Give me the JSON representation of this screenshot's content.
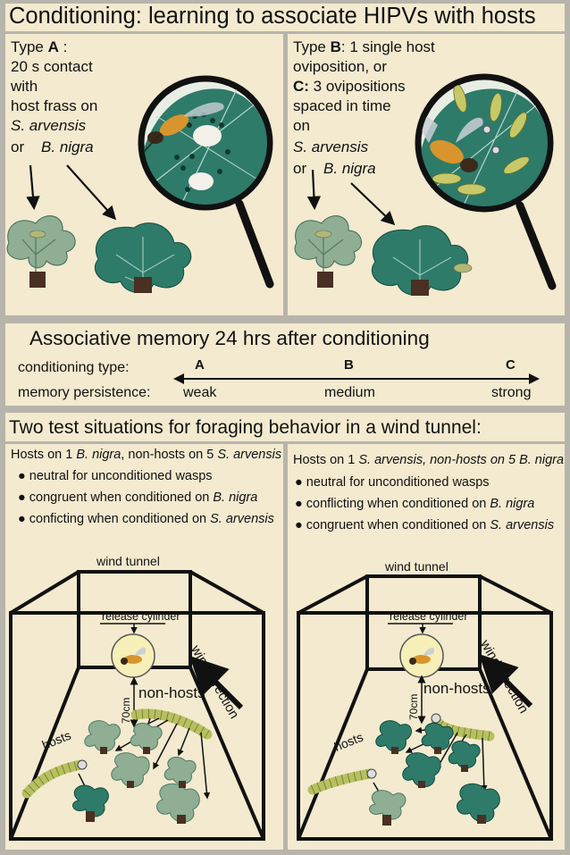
{
  "top": {
    "title": "Conditioning: learning to associate HIPVs with hosts",
    "left": {
      "line1_a": "Type ",
      "line1_b": "A",
      "line1_c": " :",
      "line2": "20 s contact",
      "line3": "with",
      "line4": "host frass on",
      "line5": "S. arvensis",
      "line6_a": "or",
      "line6_b": "B. nigra"
    },
    "right": {
      "line1_a": "Type ",
      "line1_b": "B",
      "line1_c": ": 1 single host",
      "line2": "oviposition, or",
      "line3_a": "C:",
      "line3_b": " 3 ovipositions",
      "line4": "spaced in time",
      "line5": "on",
      "line6": "S. arvensis",
      "line7_a": "or",
      "line7_b": "B. nigra"
    }
  },
  "memory": {
    "title": "Associative memory 24 hrs after conditioning",
    "row1_label": "conditioning type:",
    "row2_label": "memory persistence:",
    "types": [
      "A",
      "B",
      "C"
    ],
    "persistence": [
      "weak",
      "medium",
      "strong"
    ]
  },
  "tests": {
    "title": "Two test situations for foraging behavior in a wind tunnel:",
    "left": {
      "header_a": "Hosts on 1 ",
      "header_b": "B. nigra",
      "header_c": ", non-hosts on 5 ",
      "header_d": "S. arvensis",
      "b1": "neutral for unconditioned wasps",
      "b2_a": "congruent when conditioned on ",
      "b2_b": "B. nigra",
      "b3_a": "conficting when conditioned on ",
      "b3_b": "S. arvensis"
    },
    "right": {
      "header_a": "Hosts on 1 ",
      "header_b": "S. arvensis, non-hosts on 5 B. nigra",
      "b1": "neutral for unconditioned wasps",
      "b2_a": "conflicting when conditioned on ",
      "b2_b": "B. nigra",
      "b3_a": "congruent when conditioned on ",
      "b3_b": "S. arvensis"
    },
    "tunnel": {
      "title": "wind tunnel",
      "release": "release cylinder",
      "wind": "wind direction",
      "distance": "70cm",
      "nonhosts": "non-hosts",
      "hosts": "hosts"
    }
  },
  "colors": {
    "panel": "#f3ead0",
    "background": "#b7b4ab",
    "leaf_dark": "#2e7b6a",
    "leaf_light": "#7fa38c",
    "caterpillar": "#b7c060"
  }
}
